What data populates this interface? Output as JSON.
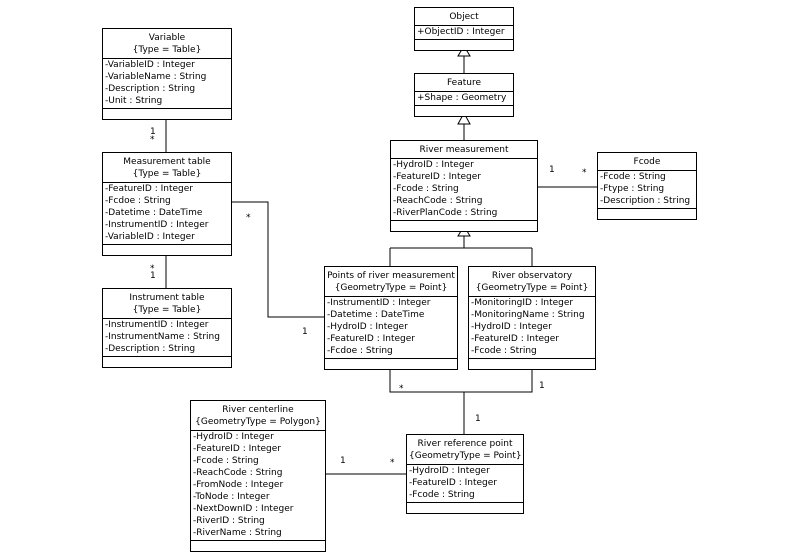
{
  "classes": {
    "object": {
      "name": "Object",
      "stereotype": "",
      "attributes": [
        "+ObjectID : Integer"
      ]
    },
    "feature": {
      "name": "Feature",
      "stereotype": "",
      "attributes": [
        "+Shape : Geometry"
      ]
    },
    "river_measurement": {
      "name": "River measurement",
      "stereotype": "",
      "attributes": [
        "-HydroID : Integer",
        "-FeatureID : Integer",
        "-Fcode : String",
        "-ReachCode : String",
        "-RiverPlanCode : String"
      ]
    },
    "fcode": {
      "name": "Fcode",
      "stereotype": "",
      "attributes": [
        "-Fcode : String",
        "-Ftype : String",
        "-Description : String"
      ]
    },
    "variable": {
      "name": "Variable",
      "stereotype": "{Type = Table}",
      "attributes": [
        "-VariableID : Integer",
        "-VariableName : String",
        "-Description : String",
        "-Unit : String"
      ]
    },
    "measurement_table": {
      "name": "Measurement table",
      "stereotype": "{Type = Table}",
      "attributes": [
        "-FeatureID : Integer",
        "-Fcdoe : String",
        "-Datetime : DateTime",
        "-InstrumentID : Integer",
        "-VariableID : Integer"
      ]
    },
    "instrument_table": {
      "name": "Instrument table",
      "stereotype": "{Type = Table}",
      "attributes": [
        "-InstrumentID : Integer",
        "-InstrumentName : String",
        "-Description : String"
      ]
    },
    "points_of_river_measurement": {
      "name": "Points of river measurement",
      "stereotype": "{GeometryType = Point}",
      "attributes": [
        "-InstrumentID : Integer",
        "-Datetime : DateTime",
        "-HydroID : Integer",
        "-FeatureID : Integer",
        "-Fcdoe : String"
      ]
    },
    "river_observatory": {
      "name": "River observatory",
      "stereotype": "{GeometryType = Point}",
      "attributes": [
        "-MonitoringID : Integer",
        "-MonitoringName : String",
        "-HydroID : Integer",
        "-FeatureID : Integer",
        "-Fcode : String"
      ]
    },
    "river_centerline": {
      "name": "River centerline",
      "stereotype": "{GeometryType = Polygon}",
      "attributes": [
        "-HydroID : Integer",
        "-FeatureID : Integer",
        "-Fcode : String",
        "-ReachCode : String",
        "-FromNode : Integer",
        "-ToNode : Integer",
        "-NextDownID : Integer",
        "-RiverID : String",
        "-RiverName : String"
      ]
    },
    "river_reference_point": {
      "name": "River reference point",
      "stereotype": "{GeometryType = Point}",
      "attributes": [
        "-HydroID : Integer",
        "-FeatureID : Integer",
        "-Fcode : String"
      ]
    }
  },
  "multiplicities": {
    "variable_end": "1",
    "measurement_top_end": "*",
    "measurement_bottom_end": "*",
    "instrument_end": "1",
    "measurement_right_end": "*",
    "points_left_end": "1",
    "rivermeas_fcode_end": "1",
    "fcode_end": "*",
    "subtypes_merge_end": "*",
    "observatory_end": "1",
    "refpoint_top_end": "1",
    "centerline_end": "1",
    "refpoint_left_end": "*"
  }
}
